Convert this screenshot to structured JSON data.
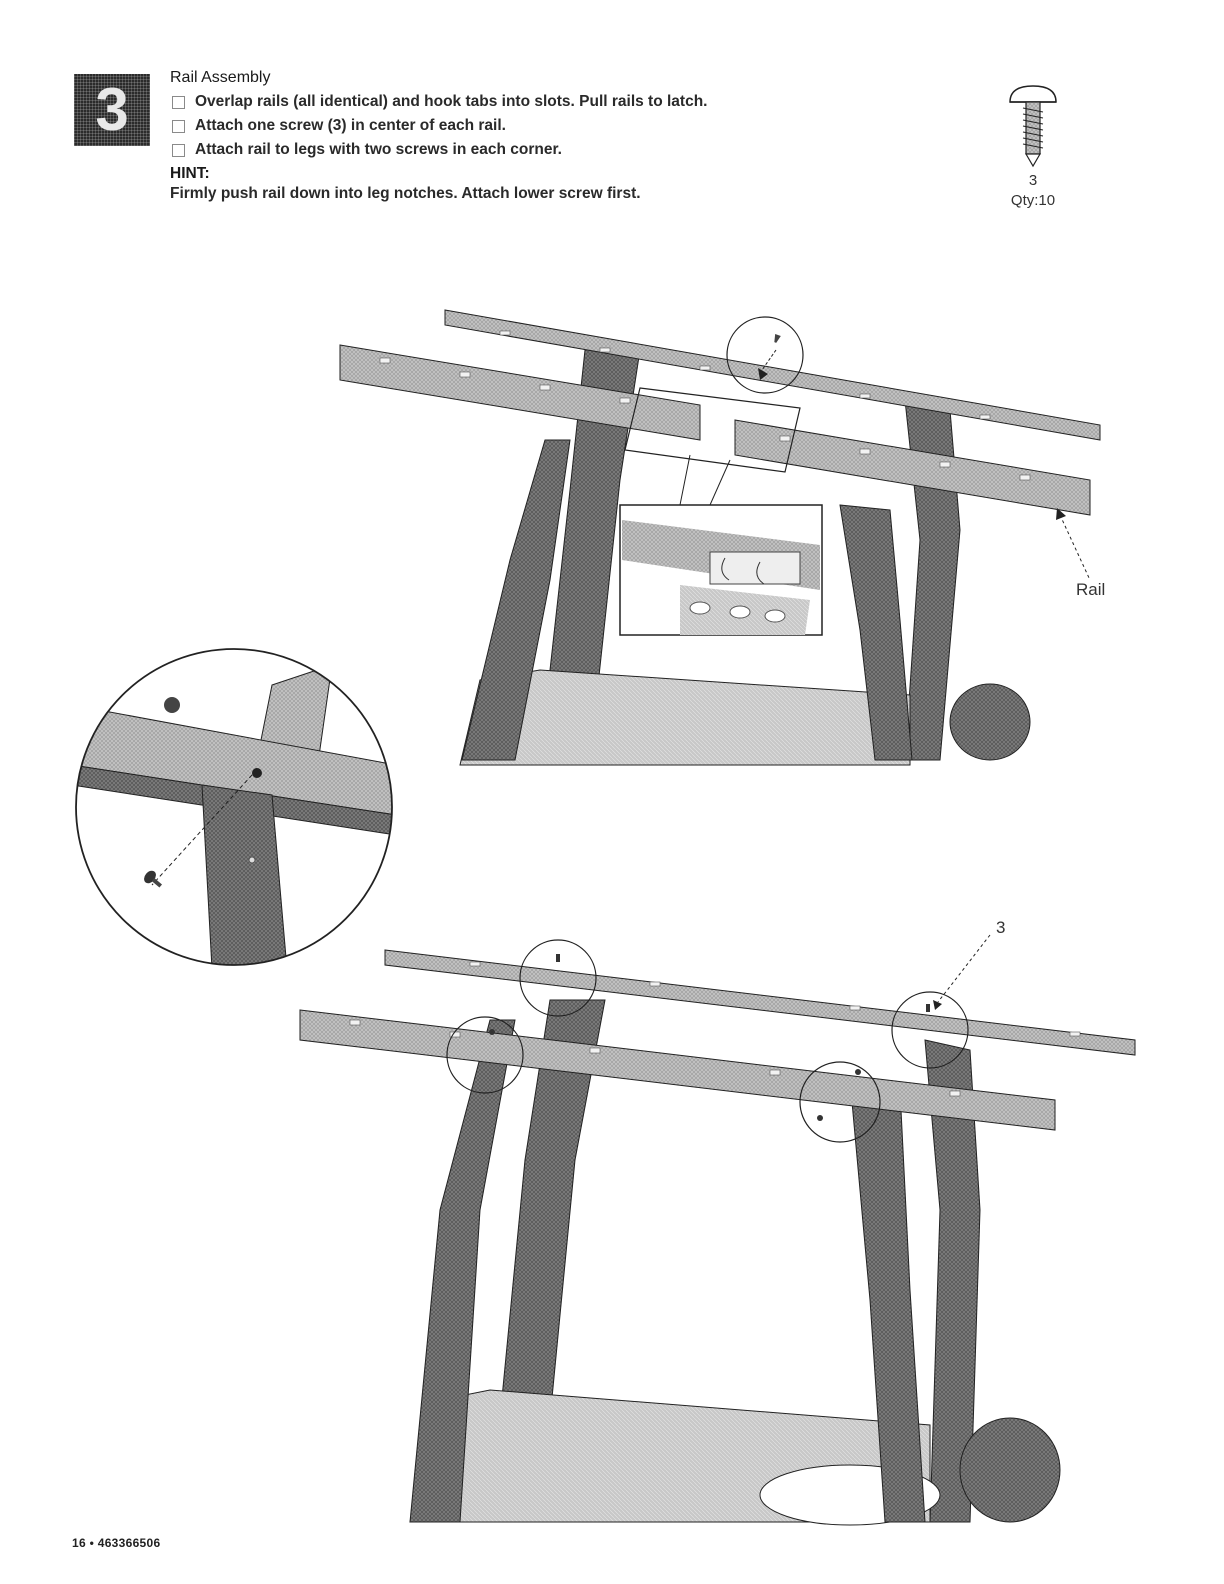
{
  "step": {
    "number": "3",
    "title": "Rail Assembly",
    "items": [
      "Overlap  rails (all identical) and hook tabs into slots. Pull rails to latch.",
      "Attach one screw (3) in center of each rail.",
      "Attach rail to legs with two screws in each corner."
    ],
    "hint_label": "HINT:",
    "hint_text": "Firmly push rail down into leg notches. Attach lower screw first."
  },
  "part": {
    "icon": "screw-icon",
    "number": "3",
    "quantity": "Qty:10"
  },
  "callouts": {
    "rail": "Rail",
    "screw": "3"
  },
  "footer": {
    "page_label": "16 • 463366506"
  },
  "colors": {
    "frame_dark": "#555555",
    "rail_gray": "#9a9a9a",
    "outline": "#222222"
  }
}
